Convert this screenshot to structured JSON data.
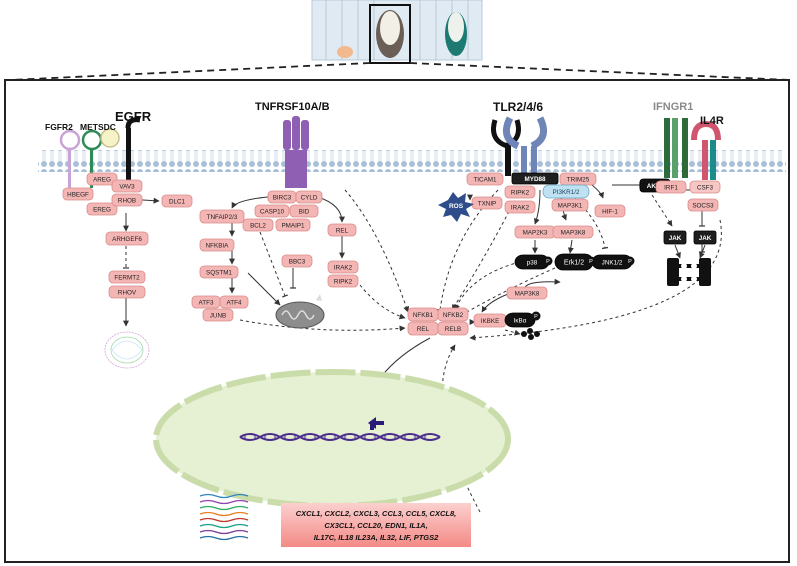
{
  "colors": {
    "gene_fill": "#f4b6b4",
    "gene_stroke": "#d98c8a",
    "membrane": "#a9bfd8",
    "myd88_fill": "#1e1e1e",
    "pi3k_fill": "#bfe2f2",
    "ros_fill": "#2f4d8a",
    "nucleus_fill": "#e6f0d2",
    "dna": "#4b2e8c",
    "cytokine_box": "#f8b5b5"
  },
  "receptors": {
    "egfr": "EGFR",
    "fgfr2": "FGFR2",
    "metsdc": "METSDC",
    "tnfrsf": "TNFRSF10A/B",
    "tlr": "TLR2/4/6",
    "ifngr1": "IFNGR1",
    "il4r": "IL4R"
  },
  "egfr_path": {
    "areg": "AREG",
    "hbegf": "HBEGF",
    "ereg": "EREG",
    "vav3": "VAV3",
    "rhob": "RHOB",
    "dlc1": "DLC1",
    "arhgef6": "ARHGEF6",
    "fermt2": "FERMT2",
    "rhov": "RHOV"
  },
  "tnf_path": {
    "birc3": "BIRC3",
    "cyld": "CYLD",
    "casp10": "CASP10",
    "bid": "BID",
    "bcl2": "BCL2",
    "pmaip1": "PMAIP1",
    "tnfaip23": "TNFAIP2/3",
    "nfkbia": "NFKBIA",
    "sqstm1": "SQSTM1",
    "atf3": "ATF3",
    "atf4": "ATF4",
    "junb": "JUNB",
    "bbc3": "BBC3",
    "rel": "REL",
    "irak2": "IRAK2",
    "ripk2": "RIPK2"
  },
  "tlr_path": {
    "ticam1": "TICAM1",
    "myd88": "MYD88",
    "trim25": "TRIM25",
    "ripk2": "RIPK2",
    "pi3kr": "PI3KR1/2",
    "akt1": "AKT1",
    "ros": "ROS",
    "txnip": "TXNIP",
    "irak2": "IRAK2",
    "map3k1": "MAP3K1",
    "hif1": "HIF-1",
    "map2k3": "MAP2K3",
    "map3k8a": "MAP3K8",
    "p38": "p38",
    "erk": "Erk1/2",
    "jnk": "JNK1/2",
    "map3k8b": "MAP3K8",
    "p": "P"
  },
  "ifn_path": {
    "irf1": "IRF1",
    "csf3": "CSF3",
    "socs3": "SOCS3",
    "jak_left": "JAK",
    "jak_right": "JAK"
  },
  "nfkb_complex": {
    "nfkb1": "NFKB1",
    "nfkb2": "NFKB2",
    "rel": "REL",
    "relb": "RELB",
    "ikbke": "IKBKE",
    "ikba": "IκBα",
    "p": "P"
  },
  "nucleus": {
    "nfkb": "NF-κB"
  },
  "cytokines": {
    "line1": "CXCL1, CXCL2, CXCL3, CCL3, CCL5, CXCL8,",
    "line2": "CX3CL1, CCL20, EDN1, IL1A,",
    "line3": "IL17C, IL18 IL23A, IL32, LIF, PTGS2"
  }
}
